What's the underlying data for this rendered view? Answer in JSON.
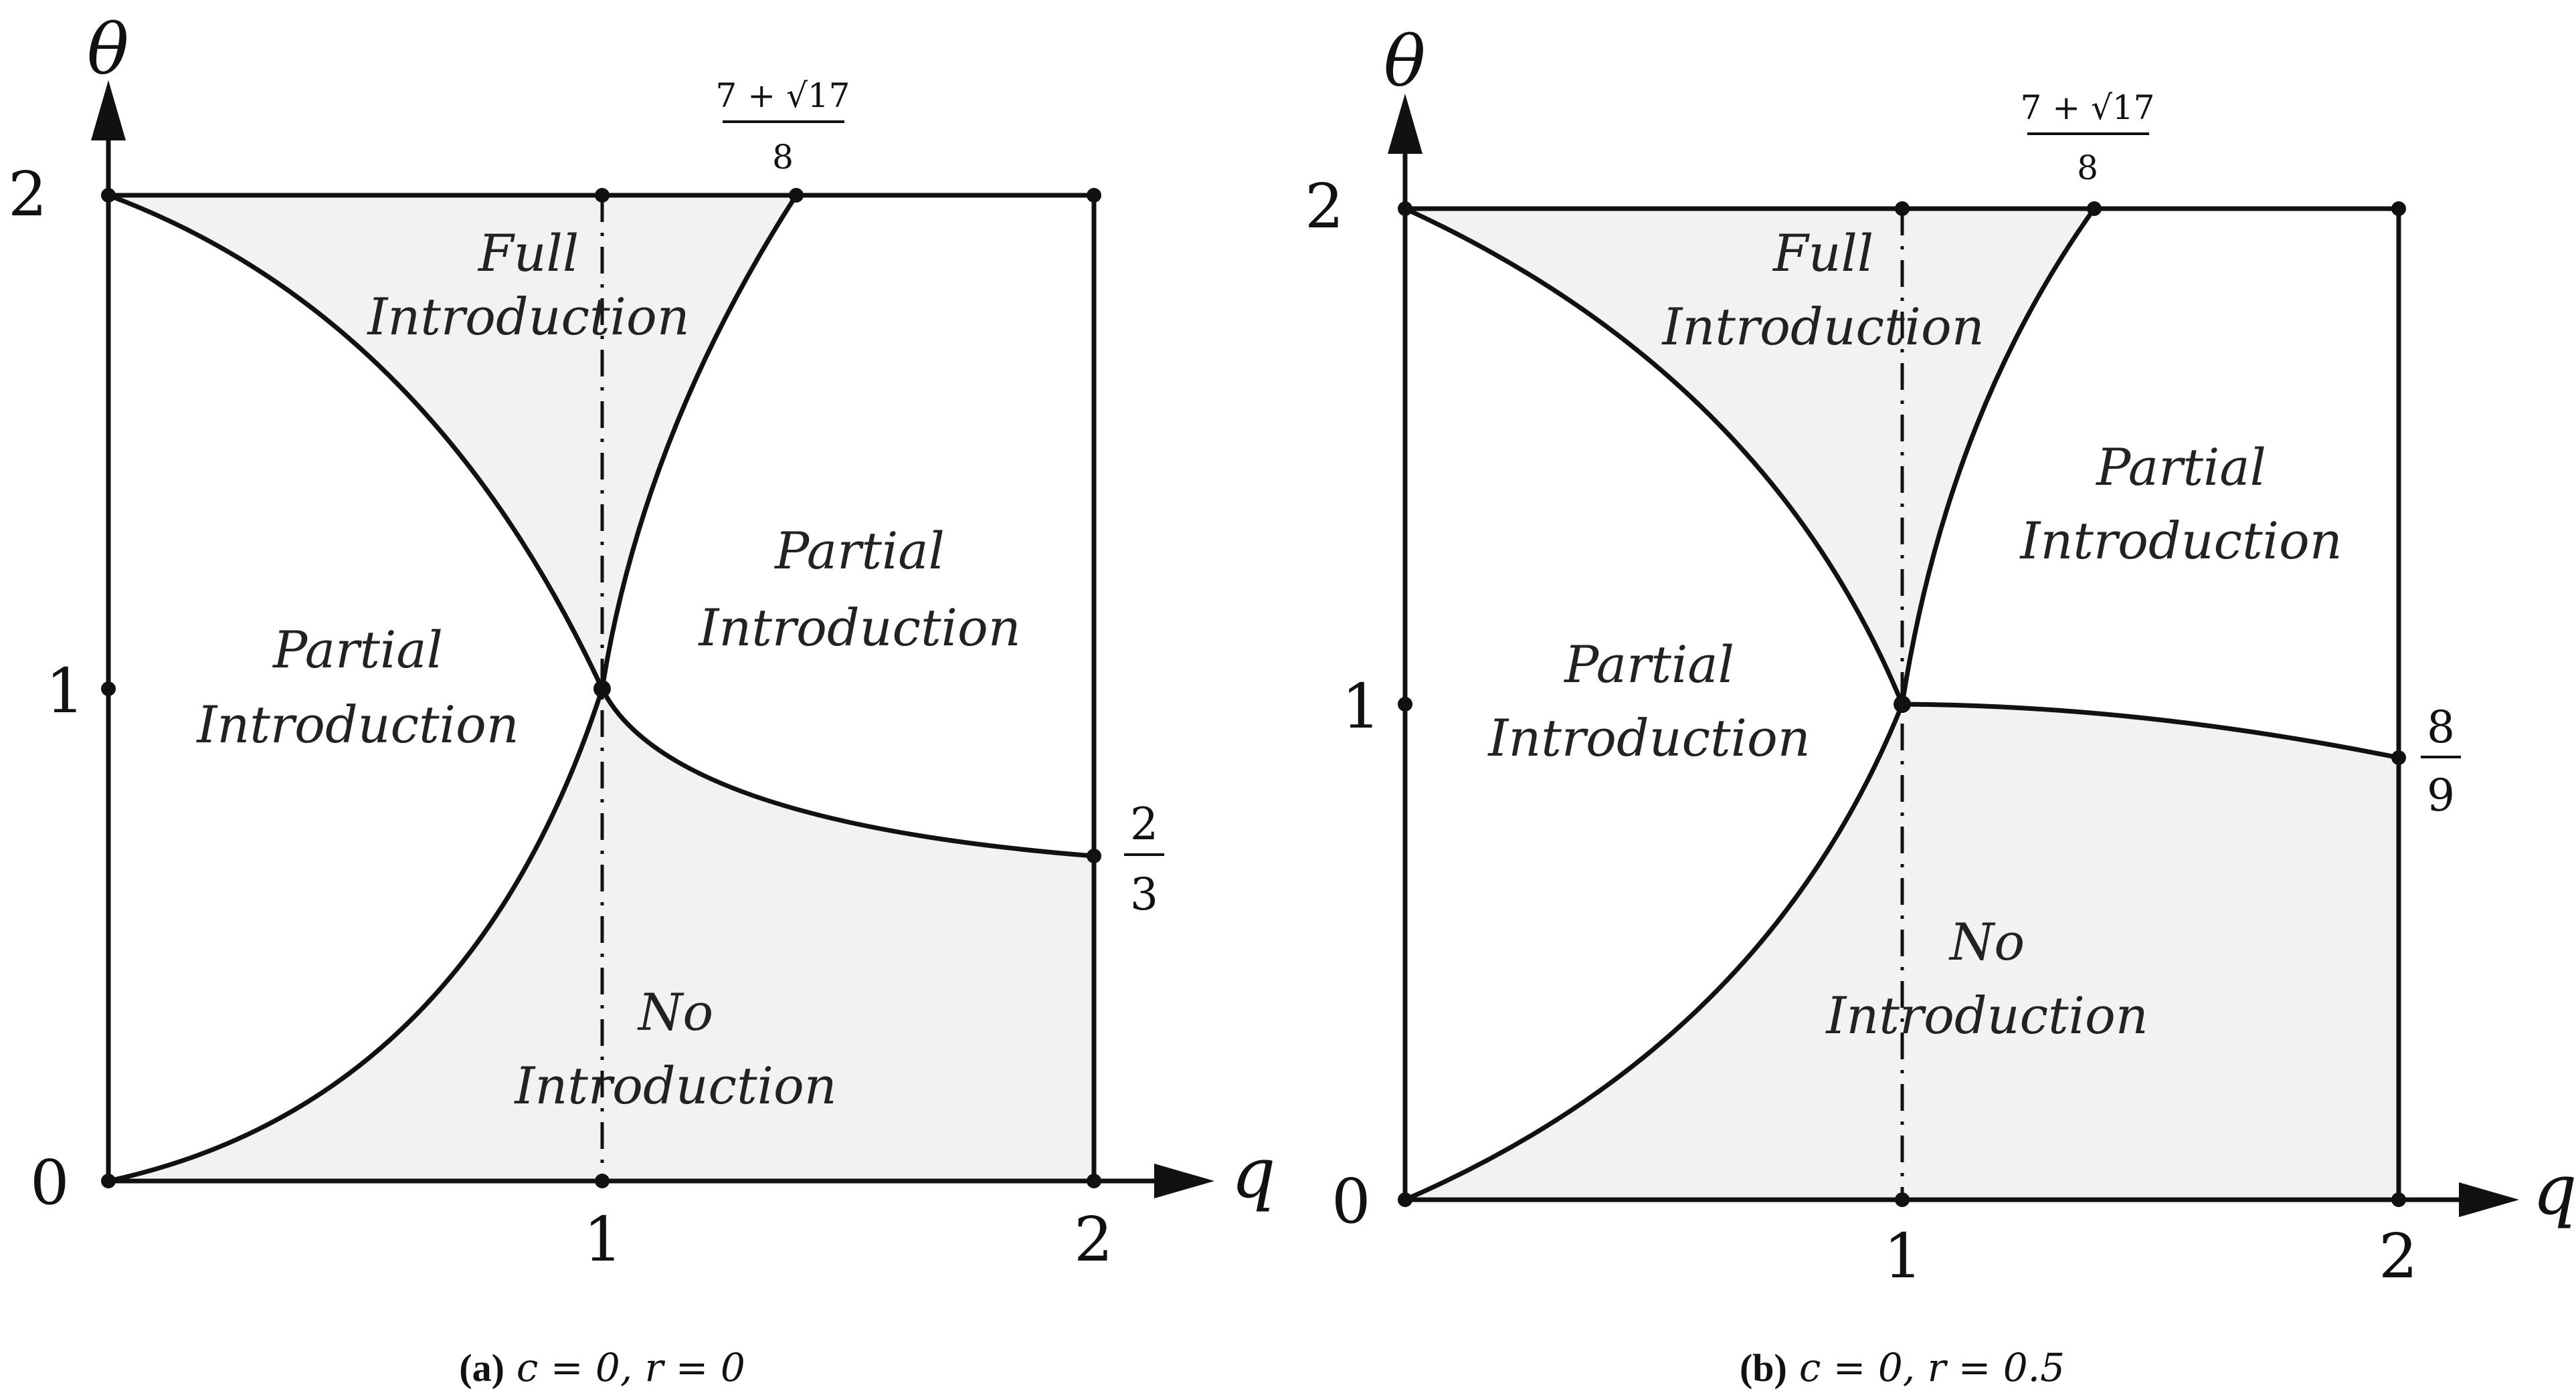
{
  "panels": [
    {
      "id": "a",
      "axis_y_name": "θ",
      "axis_x_name": "q",
      "y_ticks": [
        "0",
        "1",
        "2"
      ],
      "x_ticks": [
        "1",
        "2"
      ],
      "top_annotation": {
        "numerator": "7 + √17",
        "denominator": "8"
      },
      "right_annotation": {
        "numerator": "2",
        "denominator": "3"
      },
      "regions": {
        "full": [
          "Full",
          "Introduction"
        ],
        "partial_left": [
          "Partial",
          "Introduction"
        ],
        "partial_right": [
          "Partial",
          "Introduction"
        ],
        "none": [
          "No",
          "Introduction"
        ]
      },
      "caption": {
        "tag": "(a)",
        "text": "c = 0, r = 0"
      }
    },
    {
      "id": "b",
      "axis_y_name": "θ",
      "axis_x_name": "q",
      "y_ticks": [
        "0",
        "1",
        "2"
      ],
      "x_ticks": [
        "1",
        "2"
      ],
      "top_annotation": {
        "numerator": "7 + √17",
        "denominator": "8"
      },
      "right_annotation": {
        "numerator": "8",
        "denominator": "9"
      },
      "regions": {
        "full": [
          "Full",
          "Introduction"
        ],
        "partial_left": [
          "Partial",
          "Introduction"
        ],
        "partial_right": [
          "Partial",
          "Introduction"
        ],
        "none": [
          "No",
          "Introduction"
        ]
      },
      "caption": {
        "tag": "(b)",
        "text": "c = 0, r = 0.5"
      }
    }
  ],
  "colors": {
    "shade": "#f2f2f2",
    "ink": "#111111"
  }
}
